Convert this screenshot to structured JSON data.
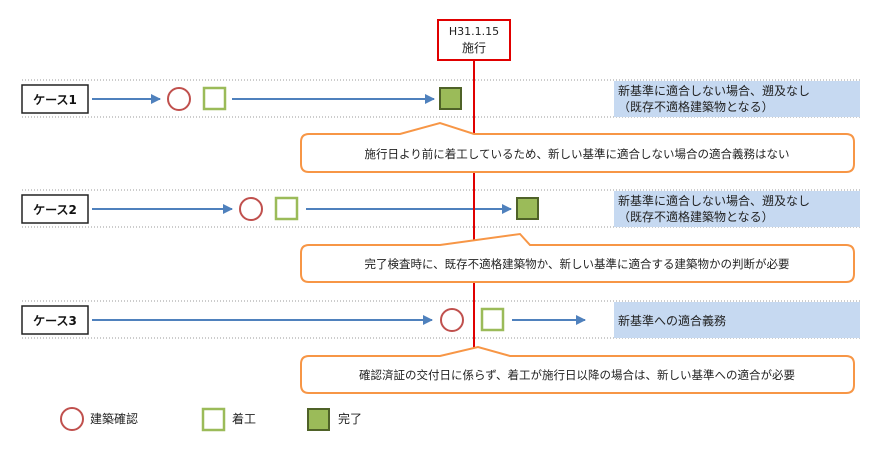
{
  "effective_date": {
    "date": "H31.1.15",
    "label": "施行"
  },
  "cases": [
    {
      "label": "ケース1",
      "result": [
        "新基準に適合しない場合、遡及なし",
        "（既存不適格建築物となる）"
      ],
      "note": "施行日より前に着工しているため、新しい基準に適合しない場合の適合義務はない"
    },
    {
      "label": "ケース2",
      "result": [
        "新基準に適合しない場合、遡及なし",
        "（既存不適格建築物となる）"
      ],
      "note": "完了検査時に、既存不適格建築物か、新しい基準に適合する建築物かの判断が必要"
    },
    {
      "label": "ケース3",
      "result": [
        "新基準への適合義務"
      ],
      "note": "確認済証の交付日に係らず、着工が施行日以降の場合は、新しい基準への適合が必要"
    }
  ],
  "legend": {
    "confirmation": "建築確認",
    "start": "着工",
    "completion": "完了"
  },
  "colors": {
    "arrow": "#4f81bd",
    "circle": "#c0504d",
    "square_border": "#9bbb59",
    "square_fill": "#9bbb59",
    "square_fill_dark_border": "#4f6228",
    "date_line": "#e00000",
    "callout_border": "#f79646",
    "result_bg": "#c6d9f1",
    "dotted_line": "#999999"
  }
}
